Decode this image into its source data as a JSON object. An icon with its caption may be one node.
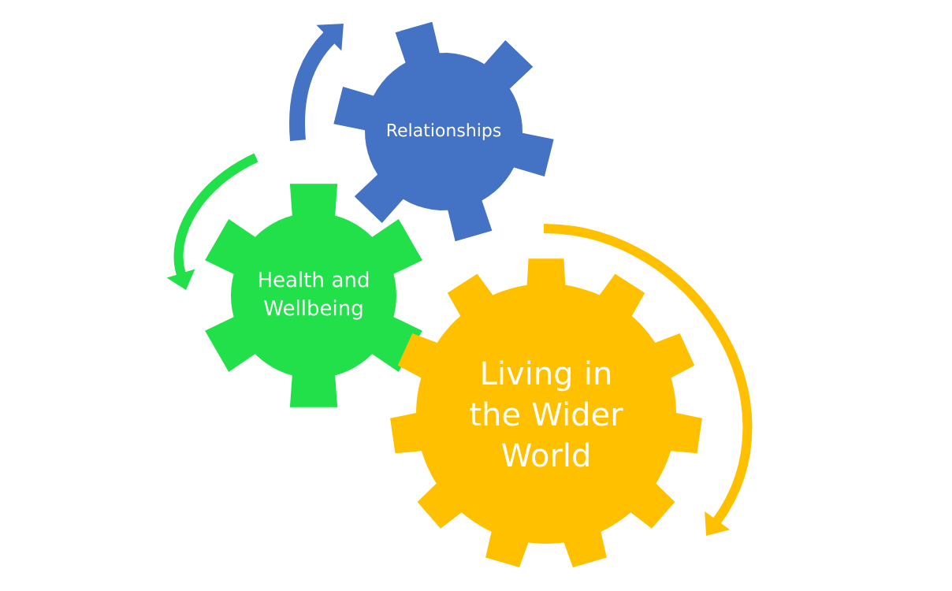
{
  "diagram": {
    "nodes": [
      {
        "text": [
          "Relationships"
        ]
      },
      {
        "text": [
          "Health and Wellbeing"
        ]
      },
      {
        "text": [
          "Living in the Wider World"
        ]
      }
    ]
  }
}
